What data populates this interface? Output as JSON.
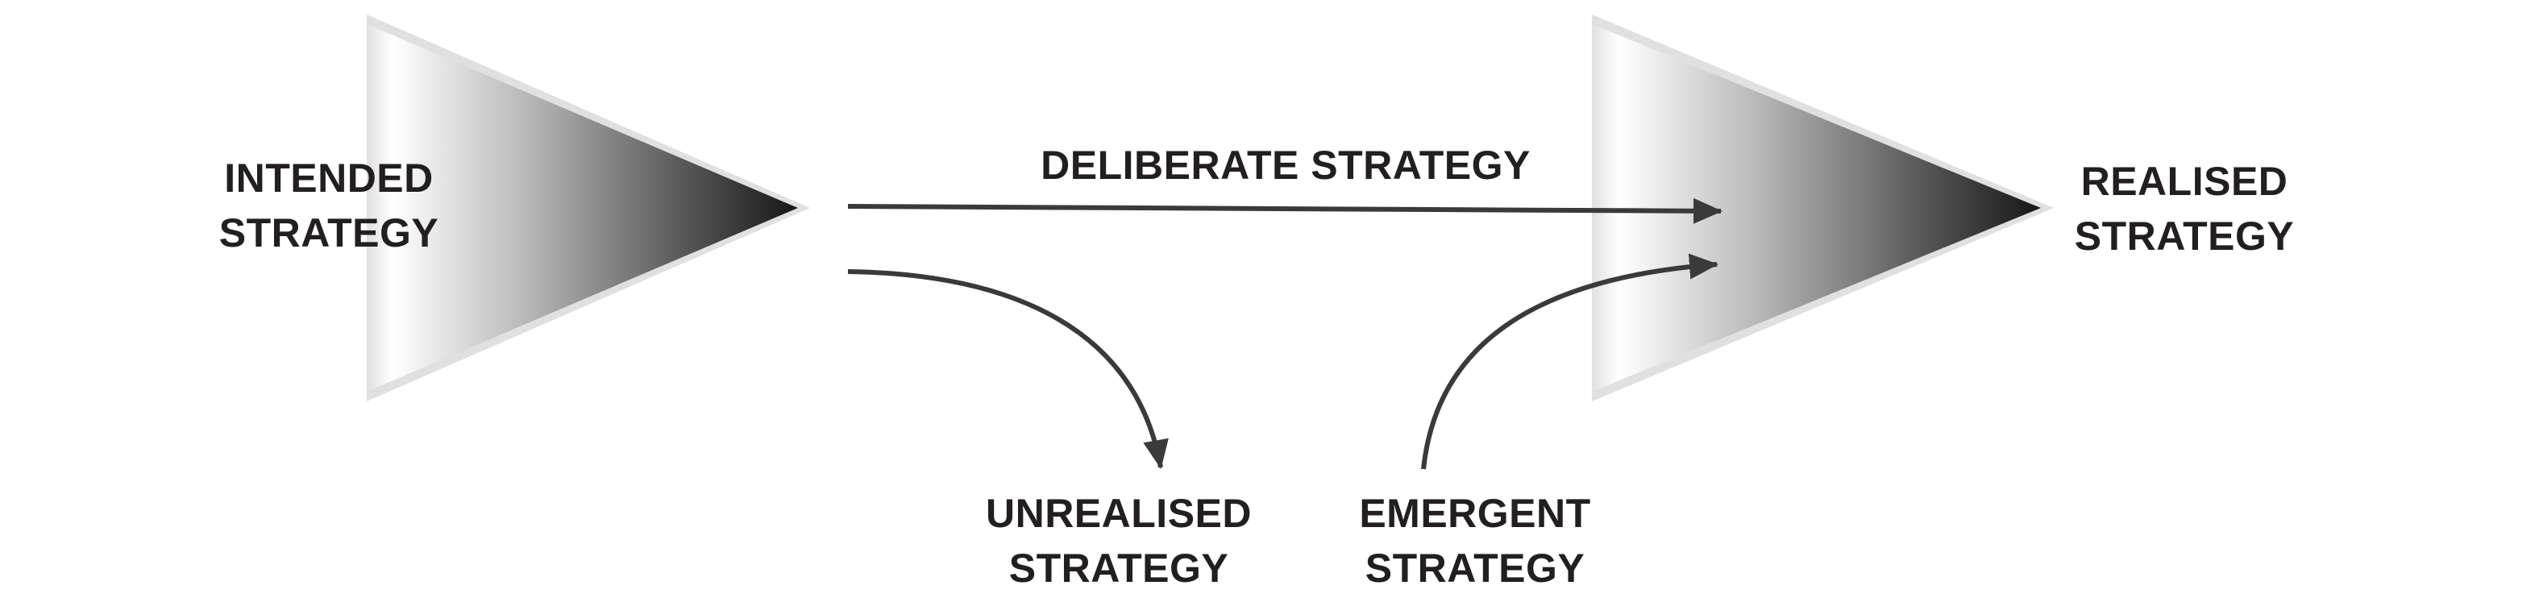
{
  "diagram": {
    "intended": {
      "line1": "INTENDED",
      "line2": "STRATEGY"
    },
    "deliberate": {
      "label": "DELIBERATE STRATEGY"
    },
    "realised": {
      "line1": "REALISED",
      "line2": "STRATEGY"
    },
    "unrealised": {
      "line1": "UNREALISED",
      "line2": "STRATEGY"
    },
    "emergent": {
      "line1": "EMERGENT",
      "line2": "STRATEGY"
    }
  },
  "colors": {
    "text": "#231f20",
    "arrow": "#3a3a3a",
    "gradient_light": "#ffffff",
    "gradient_dark": "#161616",
    "triangle_edge": "#c8c6c4"
  }
}
